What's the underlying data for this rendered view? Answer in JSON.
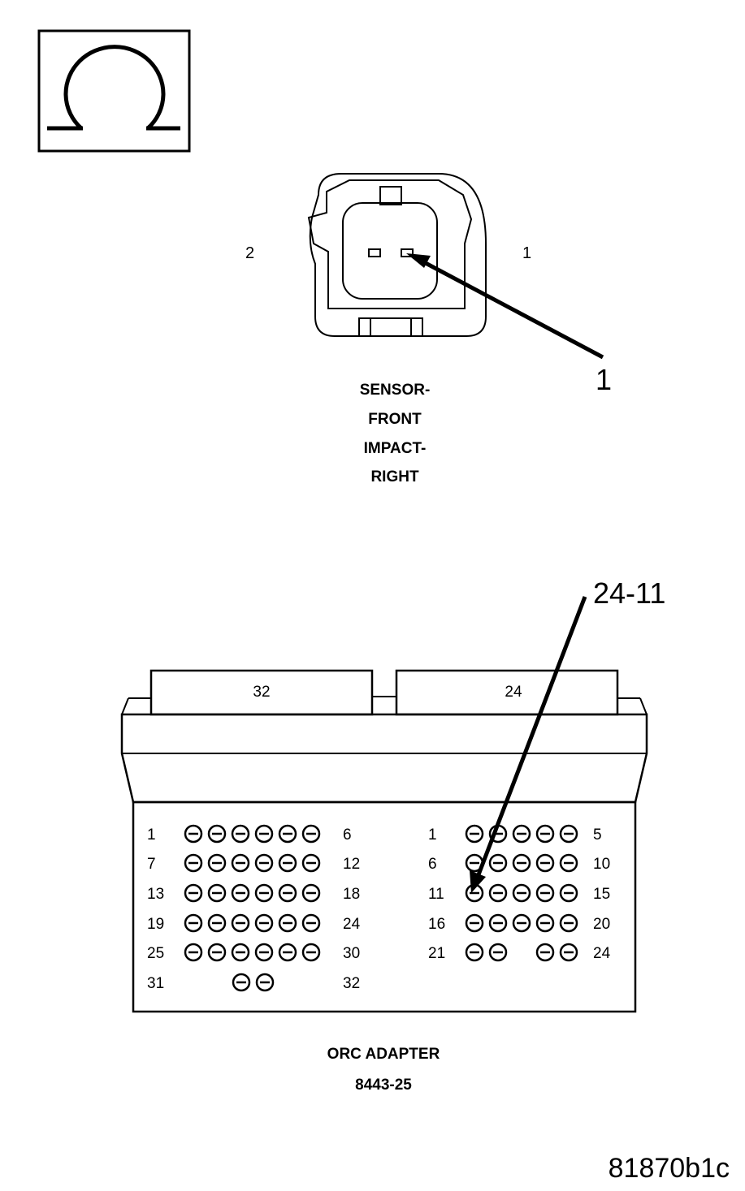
{
  "ohm_symbol": {
    "glyph": "Ω",
    "name": "ohmmeter-icon"
  },
  "sensor": {
    "pin_left": "2",
    "pin_right": "1",
    "callout": "1",
    "title_lines": [
      "SENSOR-",
      "FRONT",
      "IMPACT-",
      "RIGHT"
    ]
  },
  "adapter": {
    "callout": "24-11",
    "connector_left_label": "32",
    "connector_right_label": "24",
    "left_rows": [
      {
        "start": "1",
        "end": "6"
      },
      {
        "start": "7",
        "end": "12"
      },
      {
        "start": "13",
        "end": "18"
      },
      {
        "start": "19",
        "end": "24"
      },
      {
        "start": "25",
        "end": "30"
      },
      {
        "start": "31",
        "end": "32"
      }
    ],
    "right_rows": [
      {
        "start": "1",
        "end": "5"
      },
      {
        "start": "6",
        "end": "10"
      },
      {
        "start": "11",
        "end": "15"
      },
      {
        "start": "16",
        "end": "20"
      },
      {
        "start": "21",
        "end": "24"
      }
    ],
    "title_line1": "ORC ADAPTER",
    "title_line2": "8443-25"
  },
  "figure_id": "81870b1c"
}
